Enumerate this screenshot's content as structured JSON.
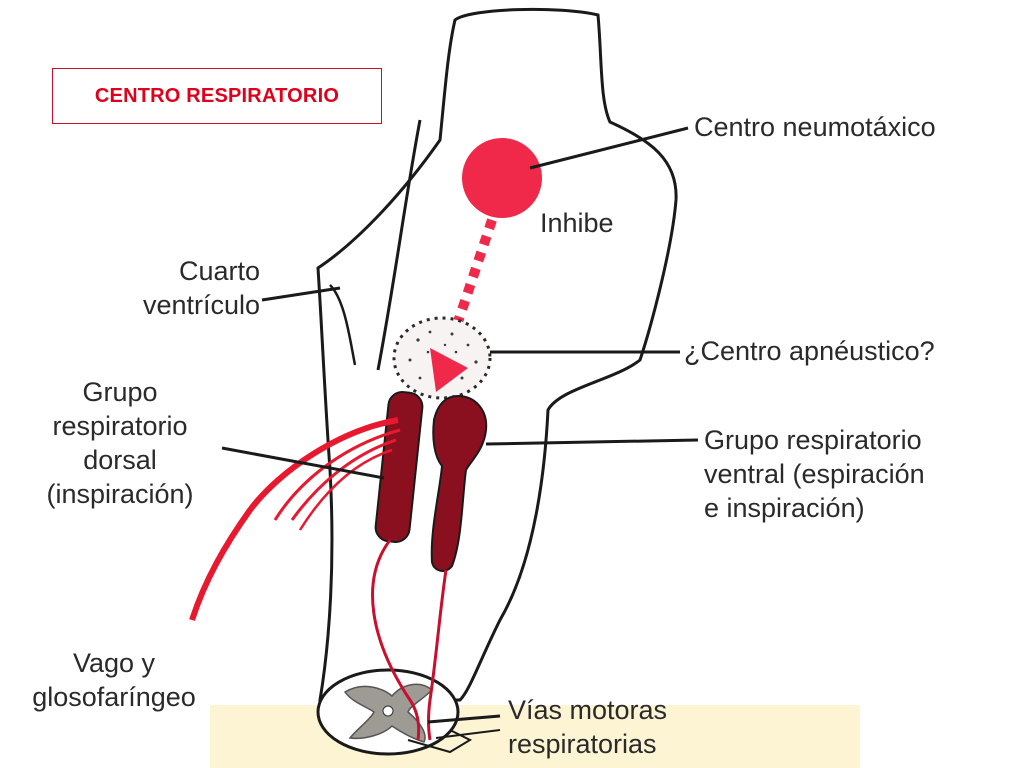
{
  "title": "CENTRO RESPIRATORIO",
  "labels": {
    "centro_neumotaxico": "Centro neumotáxico",
    "inhibe": "Inhibe",
    "cuarto_ventriculo": [
      "Cuarto",
      "ventrículo"
    ],
    "centro_apneustico": "¿Centro apnéustico?",
    "grupo_dorsal": [
      "Grupo",
      "respiratorio",
      "dorsal",
      "(inspiración)"
    ],
    "grupo_ventral": [
      "Grupo respiratorio",
      "ventral (espiración",
      "e inspiración)"
    ],
    "vago": [
      "Vago y",
      "glosofaríngeo"
    ],
    "vias_motoras": [
      "Vías motoras",
      "respiratorias"
    ]
  },
  "colors": {
    "accent_red": "#e0001b",
    "nucleus_red": "#f0284a",
    "dark_red": "#8a1020",
    "outline": "#1a1a1a",
    "text": "#2a2a2a"
  }
}
